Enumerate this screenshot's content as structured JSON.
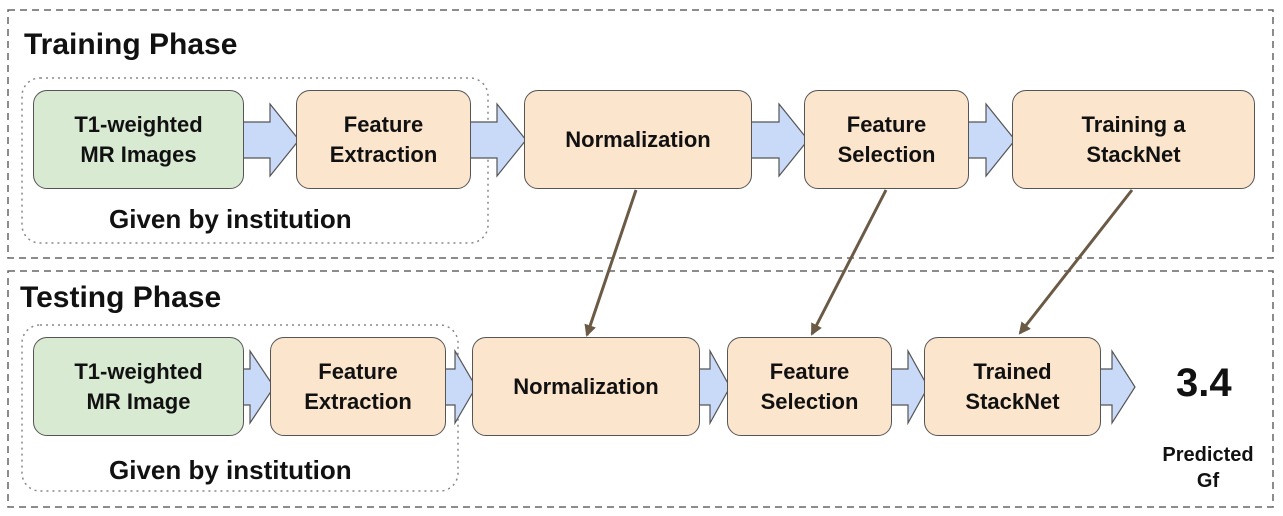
{
  "training": {
    "title": "Training Phase",
    "group_caption": "Given by institution",
    "steps": [
      {
        "id": "t-input",
        "label": "T1-weighted\nMR Images"
      },
      {
        "id": "t-feature-extraction",
        "label": "Feature\nExtraction"
      },
      {
        "id": "t-normalization",
        "label": "Normalization"
      },
      {
        "id": "t-feature-selection",
        "label": "Feature\nSelection"
      },
      {
        "id": "t-training",
        "label": "Training a\nStackNet"
      }
    ]
  },
  "testing": {
    "title": "Testing Phase",
    "group_caption": "Given by institution",
    "steps": [
      {
        "id": "s-input",
        "label": "T1-weighted\nMR Image"
      },
      {
        "id": "s-feature-extraction",
        "label": "Feature\nExtraction"
      },
      {
        "id": "s-normalization",
        "label": "Normalization"
      },
      {
        "id": "s-feature-selection",
        "label": "Feature\nSelection"
      },
      {
        "id": "s-trained",
        "label": "Trained\nStackNet"
      }
    ],
    "result_value": "3.4",
    "result_label": "Predicted\nGf"
  },
  "colors": {
    "input_fill": "#d9ead3",
    "step_fill": "#fce5cd",
    "flow_arrow_fill": "#c9daf8",
    "transfer_arrow": "#6b5a45",
    "phase_border": "#666666",
    "group_border": "#888888"
  }
}
